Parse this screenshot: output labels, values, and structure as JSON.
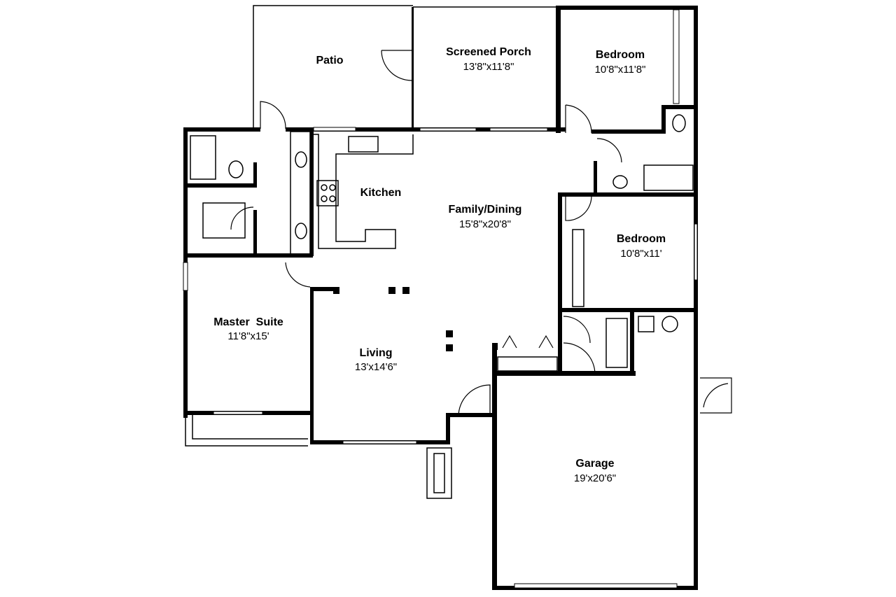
{
  "rooms": {
    "patio": {
      "name": "Patio"
    },
    "screened_porch": {
      "name": "Screened Porch",
      "size": "13'8\"x11'8\""
    },
    "bedroom_1": {
      "name": "Bedroom",
      "size": "10'8\"x11'8\""
    },
    "kitchen": {
      "name": "Kitchen"
    },
    "family_dining": {
      "name": "Family/Dining",
      "size": "15'8\"x20'8\""
    },
    "bedroom_2": {
      "name": "Bedroom",
      "size": "10'8\"x11'"
    },
    "master_suite": {
      "name": "Master  Suite",
      "size": "11'8\"x15'"
    },
    "living": {
      "name": "Living",
      "size": "13'x14'6\""
    },
    "garage": {
      "name": "Garage",
      "size": "19'x20'6\""
    }
  }
}
